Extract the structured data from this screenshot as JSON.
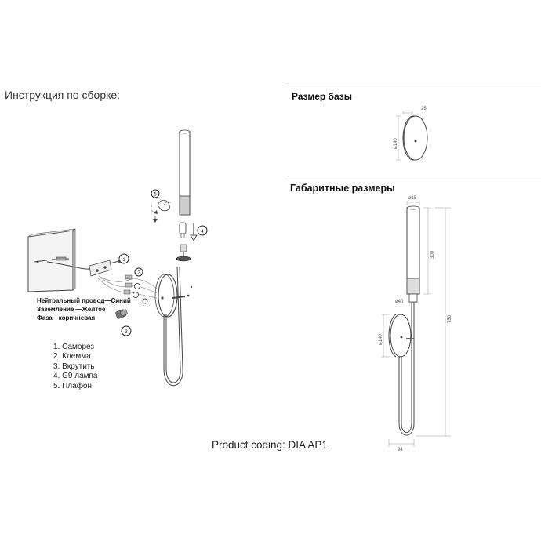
{
  "assembly_title": "Инструкция по сборке:",
  "base_size_title": "Размер базы",
  "overall_dims_title": "Габаритные размеры",
  "wire_legend": [
    "Нейтральный провод—Синий",
    "Заземление —Желтое",
    "Фаза—коричневая"
  ],
  "parts": [
    "1. Саморез",
    "2. Клемма",
    "3. Вкрутить",
    "4. G9 лампа",
    "5. Плафон"
  ],
  "step_numbers": [
    "1",
    "2",
    "3",
    "4",
    "5"
  ],
  "base_dims": {
    "diameter": "ø140",
    "depth": "25"
  },
  "overall_dims": {
    "tube_diameter": "ø15",
    "tube_length": "300",
    "total_height": "750",
    "joint_diameter": "ø40",
    "base_diameter": "ø140",
    "width": "94"
  },
  "product_coding": "Product coding: DIA AP1"
}
